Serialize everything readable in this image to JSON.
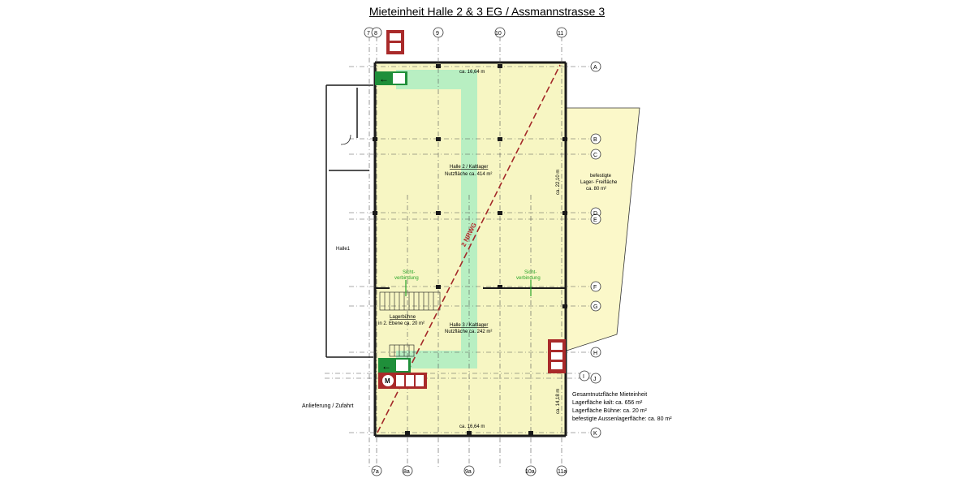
{
  "title": "Mieteinheit Halle 2 & 3 EG / Assmannstrasse 3",
  "top_axes": [
    "7",
    "8",
    "9",
    "10",
    "11"
  ],
  "bottom_axes": [
    "7a",
    "8a",
    "9a",
    "10a",
    "11a"
  ],
  "right_axes": [
    "A",
    "B",
    "C",
    "D",
    "E",
    "F",
    "G",
    "H",
    "I",
    "J",
    "K"
  ],
  "rooms": {
    "halle2_name": "Halle 2 / Kaltlager",
    "halle2_area": "Nutzfläche ca. 414 m²",
    "halle3_name": "Halle 3 / Kaltlager",
    "halle3_area": "Nutzfläche ca. 242 m²",
    "buehne_name": "Lagerbühne",
    "buehne_area": "in 2. Ebene ca. 20 m²",
    "freiflaeche_1": "befestigte",
    "freiflaeche_2": "Lager- Freifläche",
    "freiflaeche_3": "ca. 80 m²",
    "hallel": "Halle1"
  },
  "dimensions": {
    "top_width": "ca. 16,64 m",
    "bottom_width": "ca. 16,64 m",
    "upper_depth": "ca. 22,10 m",
    "lower_depth": "ca. 14,18 m"
  },
  "openings": {
    "left": "Sicht-",
    "left2": "verbindung",
    "right": "Sicht-",
    "right2": "verbindung"
  },
  "escape_route_label": "2 NRWG",
  "anlieferung": "Anlieferung / Zufahrt",
  "summary": {
    "heading": "Gesamtnutzfläche Mieteinheit",
    "line1": "Lagerfläche kalt: ca. 656 m²",
    "line2": "Lagerfläche Bühne: ca. 20 m²",
    "line3": "befestigte Aussenlagerfläche: ca. 80 m²"
  },
  "colors": {
    "hall_fill": "#f7f6c3",
    "escape_path": "#b8efc2",
    "outer_area": "#fbf8c9",
    "wall": "#1a1a1a",
    "sign_green": "#1f8f3a",
    "sign_red": "#a92a2a"
  }
}
